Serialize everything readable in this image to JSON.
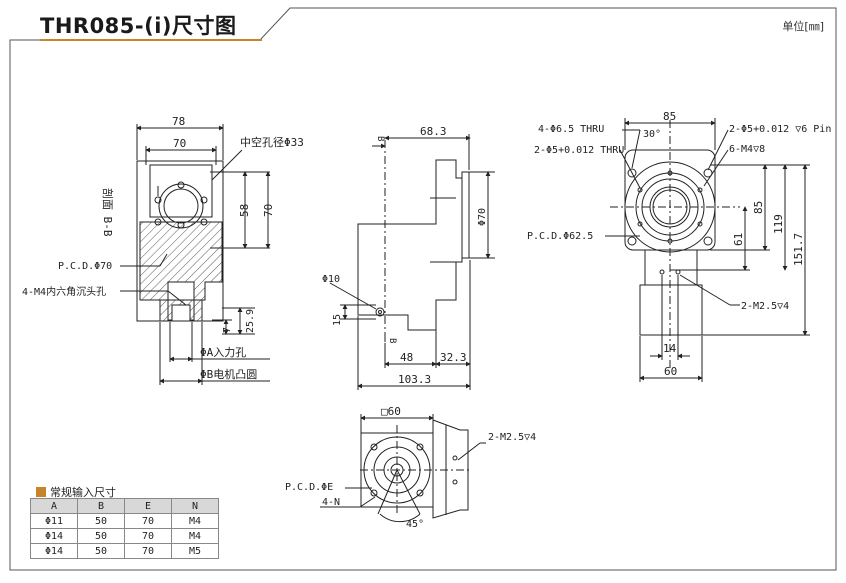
{
  "header": {
    "title": "THR085-(i)尺寸图",
    "unit": "单位[㎜]"
  },
  "colors": {
    "accent": "#c8842a",
    "line": "#222222",
    "header_bg": "#d8d8d8"
  },
  "view_left": {
    "dim_78": "78",
    "dim_70": "70",
    "hole_label": "中空孔径Φ33",
    "dim_58": "58",
    "dim_70v": "70",
    "section_label": "剖面 B-B",
    "pcd": "P.C.D.Φ70",
    "m4_label": "4-M4内六角沉头孔",
    "dim_7": "7",
    "dim_259": "25.9",
    "a_label": "ΦA入力孔",
    "b_label": "ΦB电机凸圆"
  },
  "view_mid": {
    "dim_683": "68.3",
    "b_top": "B",
    "b_bot": "B",
    "dim_70v": "Φ70",
    "dim_10": "Φ10",
    "dim_15": "15",
    "dim_48": "48",
    "dim_323": "32.3",
    "dim_1033": "103.3"
  },
  "view_right": {
    "dim_85": "85",
    "thru65": "4-Φ6.5 THRU",
    "ang30": "30°",
    "pin": "2-Φ5+0.012 ▽6 Pin",
    "thru5": "2-Φ5+0.012 THRU",
    "m4_8": "6-M4▽8",
    "pcd": "P.C.D.Φ62.5",
    "dim_85v": "85",
    "dim_61": "61",
    "dim_119": "119",
    "dim_1517": "151.7",
    "m25": "2-M2.5▽4",
    "dim_14": "14",
    "dim_60": "60"
  },
  "view_bottom": {
    "sq60": "□60",
    "m25": "2-M2.5▽4",
    "pcd": "P.C.D.ΦE",
    "n_label": "4-N",
    "ang45": "45°"
  },
  "input_table": {
    "title": "常规输入尺寸",
    "headers": [
      "A",
      "B",
      "E",
      "N"
    ],
    "rows": [
      [
        "Φ11",
        "50",
        "70",
        "M4"
      ],
      [
        "Φ14",
        "50",
        "70",
        "M4"
      ],
      [
        "Φ14",
        "50",
        "70",
        "M5"
      ]
    ]
  }
}
